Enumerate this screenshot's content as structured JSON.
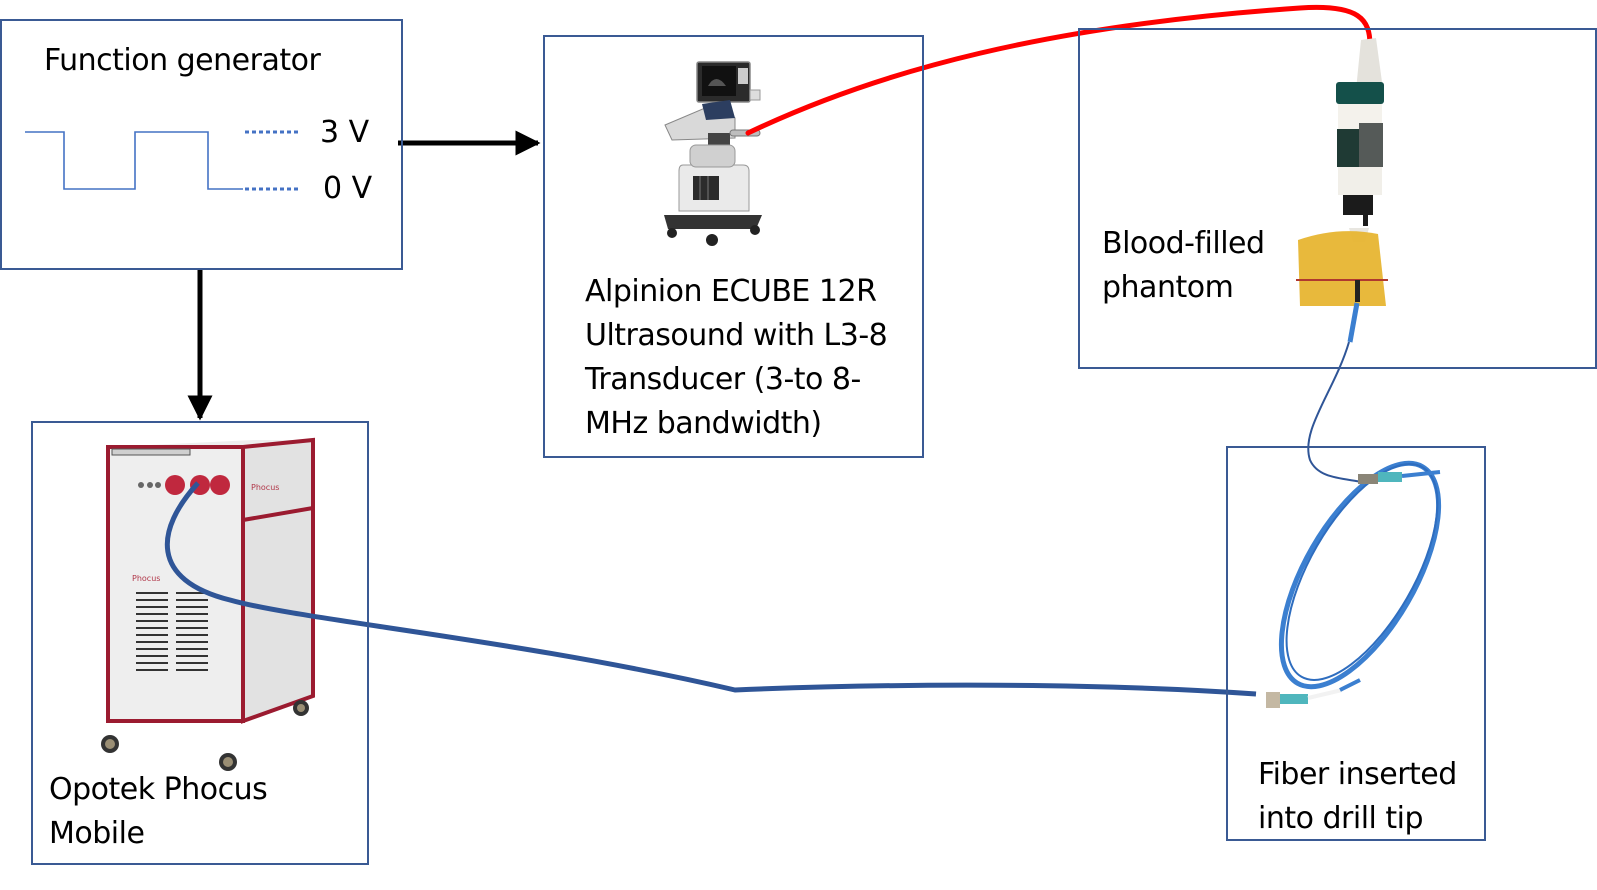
{
  "diagram": {
    "type": "experimental-setup",
    "colors": {
      "box_border": "#3a5a94",
      "signal_arrow": "#000000",
      "waveform": "#4472c4",
      "ultrasound_cable": "#ff0000",
      "laser_fiber": "#2f5597",
      "fiber_jacket": "#3b7fd0"
    },
    "nodes": {
      "function_generator": {
        "title": "Function generator",
        "waveform": "square-wave",
        "levels": [
          {
            "label": "3 V"
          },
          {
            "label": "0 V"
          }
        ]
      },
      "ultrasound": {
        "label_lines": [
          "Alpinion ECUBE 12R",
          "Ultrasound with L3-8",
          "Transducer (3-to 8-",
          "MHz bandwidth)"
        ],
        "icon": "ultrasound-cart-image"
      },
      "phantom": {
        "label_lines": [
          "Blood-filled",
          "phantom"
        ],
        "icon": "transducer-on-phantom-image"
      },
      "laser": {
        "label_lines": [
          "Opotek Phocus",
          "Mobile"
        ],
        "icon": "laser-cabinet-image"
      },
      "fiber": {
        "label_lines": [
          "Fiber inserted",
          "into drill tip"
        ],
        "icon": "coiled-fiber-image"
      }
    },
    "edges": [
      {
        "from": "function_generator",
        "to": "ultrasound",
        "kind": "trigger-arrow"
      },
      {
        "from": "function_generator",
        "to": "laser",
        "kind": "trigger-arrow"
      },
      {
        "from": "ultrasound",
        "to": "phantom",
        "kind": "transducer-cable"
      },
      {
        "from": "laser",
        "to": "fiber",
        "kind": "optical-fiber"
      },
      {
        "from": "fiber",
        "to": "phantom",
        "kind": "optical-fiber"
      }
    ]
  }
}
